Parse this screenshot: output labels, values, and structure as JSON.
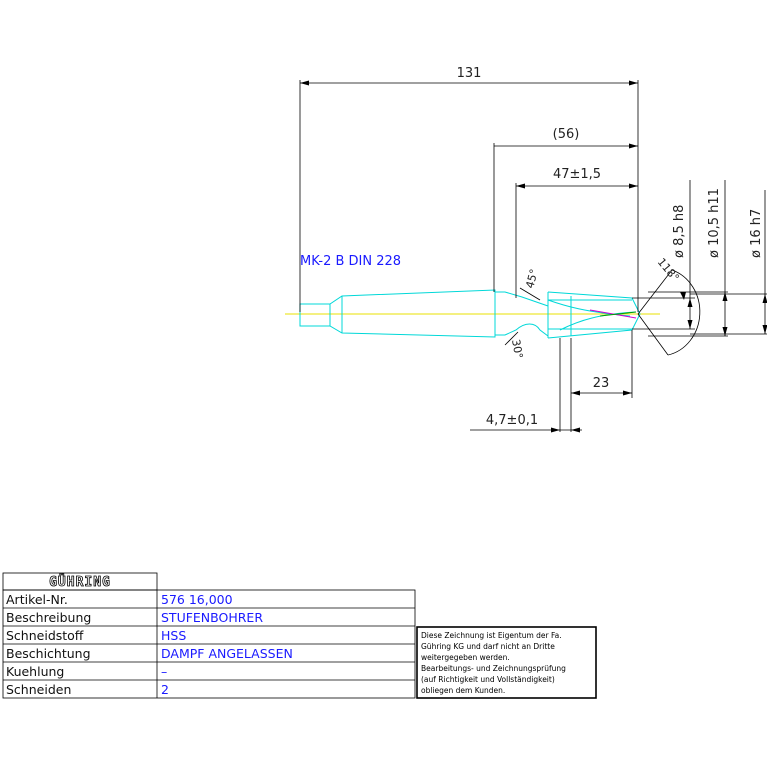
{
  "dimensions": {
    "overall_length": "131",
    "body_length": "(56)",
    "flute_length": "47±1,5",
    "step_length": "23",
    "step_offset": "4,7±0,1",
    "dia_step": "ø 8,5 h8",
    "dia_drill": "ø 10,5 h11",
    "dia_shank": "ø 16 h7",
    "angle_chamfer": "45°",
    "angle_relief": "30°",
    "angle_point": "118°"
  },
  "taper_label": "MK-2  B  DIN  228",
  "title_block": {
    "logo": "GÜHRING",
    "rows": [
      {
        "label": "Artikel-Nr.",
        "value": "576  16,000"
      },
      {
        "label": "Beschreibung",
        "value": "STUFENBOHRER"
      },
      {
        "label": "Schneidstoff",
        "value": "HSS"
      },
      {
        "label": "Beschichtung",
        "value": "DAMPF  ANGELASSEN"
      },
      {
        "label": "Kuehlung",
        "value": "–"
      },
      {
        "label": "Schneiden",
        "value": "2"
      }
    ],
    "note": [
      "Diese Zeichnung ist Eigentum der Fa.",
      "Gühring KG und darf nicht an Dritte",
      "weitergegeben werden.",
      "Bearbeitungs- und Zeichnungsprüfung",
      "(auf Richtigkeit und Vollständigkeit)",
      "obliegen dem Kunden."
    ]
  },
  "colors": {
    "outline": "#00e0e0",
    "centerline": "#e8e000",
    "dimension": "#000000",
    "value_text": "#1a1aff"
  }
}
